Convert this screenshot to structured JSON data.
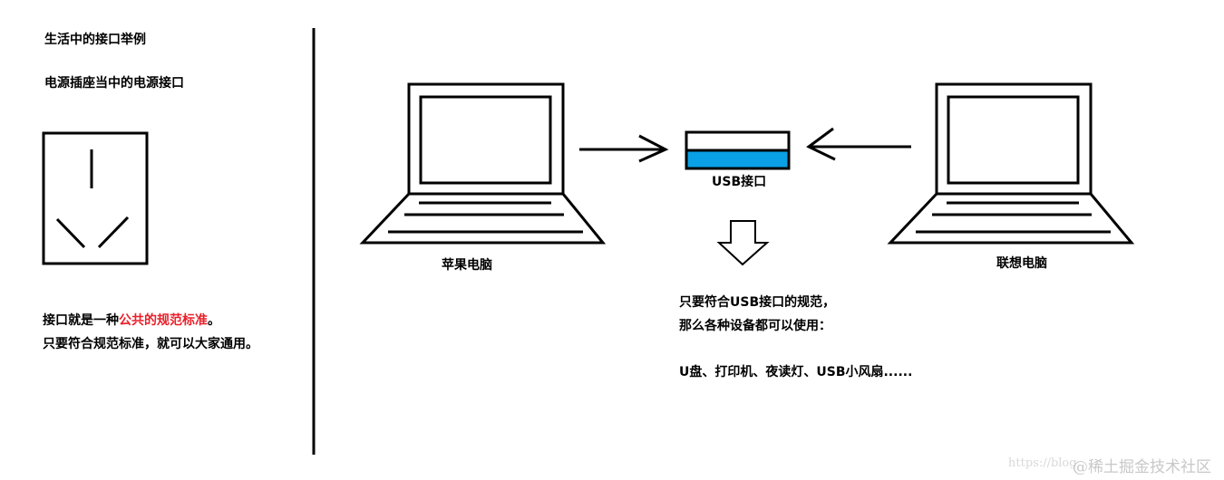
{
  "left_panel": {
    "title": "生活中的接口举例",
    "subtitle": "电源插座当中的电源接口",
    "desc_line1_prefix": "接口就是一种",
    "desc_line1_highlight": "公共的规范标准",
    "desc_line1_suffix": "。",
    "desc_line2": "只要符合规范标准，就可以大家通用。"
  },
  "diagram": {
    "left_laptop_label": "苹果电脑",
    "right_laptop_label": "联想电脑",
    "usb_label": "USB接口",
    "usb_color": "#0aa0e6",
    "conclusion_line1": "只要符合USB接口的规范，",
    "conclusion_line2": "那么各种设备都可以使用：",
    "devices_line": "U盘、打印机、夜读灯、USB小风扇......"
  },
  "watermark": {
    "url_text": "https://blog",
    "brand_text": "@稀土掘金技术社区"
  },
  "colors": {
    "highlight_red": "#e8202a",
    "line_black": "#000000"
  }
}
